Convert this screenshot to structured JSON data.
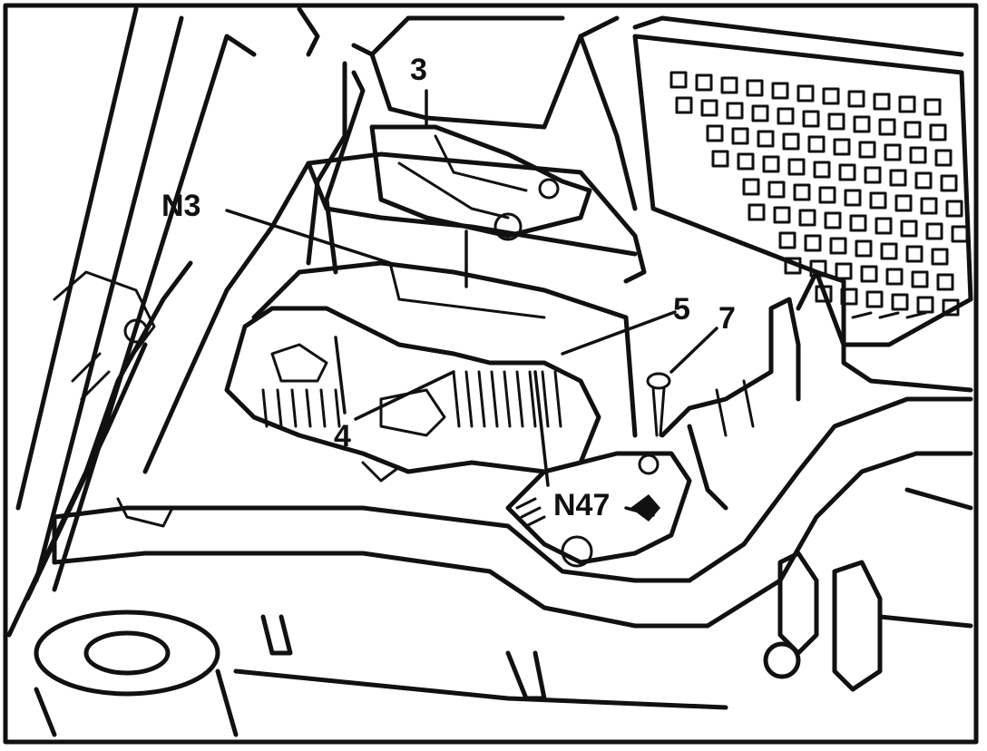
{
  "labels": {
    "l3": "3",
    "n3": "N3",
    "l5": "5",
    "l7": "7",
    "l4": "4",
    "n47": "N47"
  },
  "colors": {
    "ink": "#111111",
    "paper": "#ffffff"
  }
}
